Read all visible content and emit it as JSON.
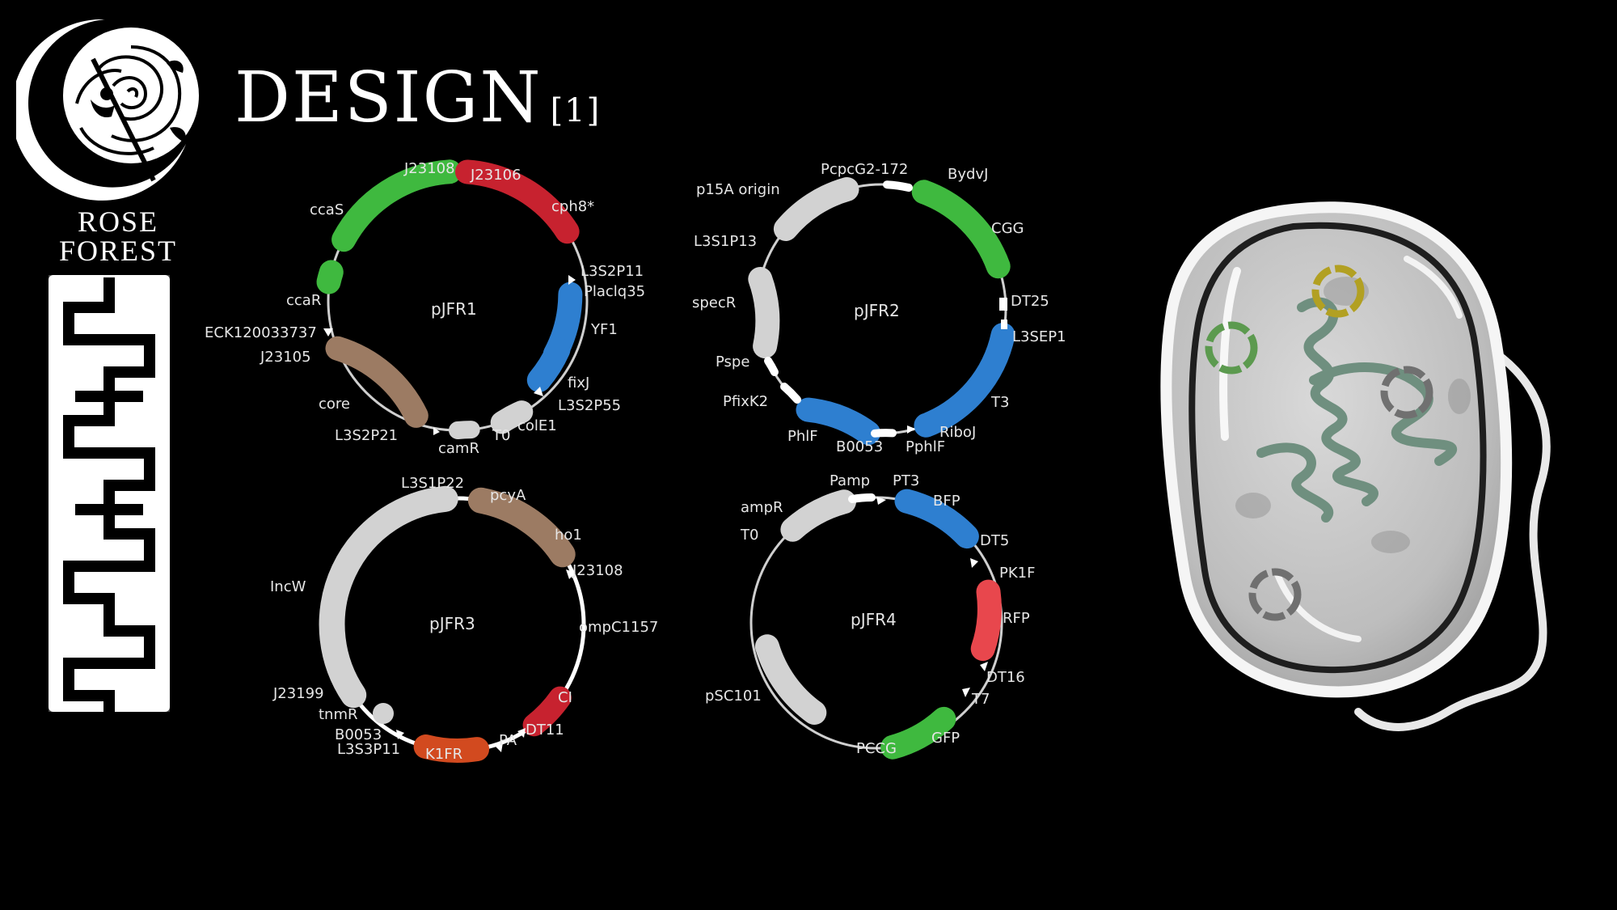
{
  "slide": {
    "title": "DESIGN",
    "title_suffix": "[1]",
    "brand_line1": "ROSE",
    "brand_line2": "FOREST"
  },
  "icons": {
    "logo": "crescent-moon-rose-logo",
    "side_ornament": "meander-pattern-ornament",
    "cell": "bacterium-cell-with-plasmids-illustration"
  },
  "plasmids": [
    {
      "name": "pJFR1",
      "labels": [
        "J23108",
        "J23106",
        "cph8*",
        "ccaS",
        "L3S2P11",
        "Placlq35",
        "ccaR",
        "YF1",
        "ECK120033737",
        "J23105",
        "fixJ",
        "L3S2P55",
        "core",
        "colE1",
        "L3S2P21",
        "T0",
        "camR"
      ]
    },
    {
      "name": "pJFR2",
      "labels": [
        "PcpcG2-172",
        "BydvJ",
        "p15A origin",
        "CGG",
        "L3S1P13",
        "DT25",
        "specR",
        "L3SEP1",
        "Pspe",
        "T3",
        "PfixK2",
        "RiboJ",
        "PhlF",
        "B0053",
        "PphlF"
      ]
    },
    {
      "name": "pJFR3",
      "labels": [
        "L3S1P22",
        "pcyA",
        "ho1",
        "J23108",
        "IncW",
        "ompC1157",
        "J23199",
        "CI",
        "tnmR",
        "DT11",
        "B0053",
        "PA",
        "L3S3P11",
        "K1FR"
      ]
    },
    {
      "name": "pJFR4",
      "labels": [
        "Pamp",
        "PT3",
        "ampR",
        "BFP",
        "T0",
        "DT5",
        "PK1F",
        "RFP",
        "DT16",
        "T7",
        "pSC101",
        "GFP",
        "PCCG"
      ]
    }
  ],
  "colors": {
    "background": "#000000",
    "green": "#3fb93f",
    "red": "#c7222f",
    "blue": "#2e7fd0",
    "brown": "#9c7b63",
    "grey": "#d2d2d2",
    "orange": "#d24a1f",
    "olive": "#b2a022",
    "dna": "#6f8f7f"
  }
}
